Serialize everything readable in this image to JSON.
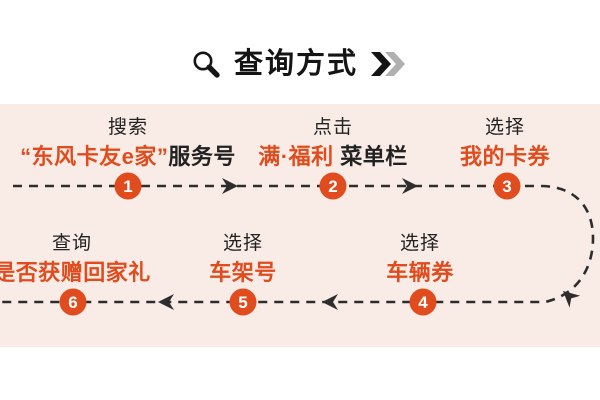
{
  "title": {
    "text": "查询方式",
    "search_icon": "search-icon",
    "chevron_icon": "double-chevron-right"
  },
  "colors": {
    "accent_orange": "#e04c1e",
    "panel_background": "#f9ece6",
    "line_dark": "#2d2d2d",
    "text_black": "#222222",
    "chevron_gray": "#b0b0b0"
  },
  "steps": [
    {
      "number": "1",
      "action": "搜索",
      "highlight": "“东风卡友e家”",
      "rest": "服务号"
    },
    {
      "number": "2",
      "action": "点击",
      "highlight": "满·福利",
      "rest": " 菜单栏"
    },
    {
      "number": "3",
      "action": "选择",
      "highlight": "我的卡券",
      "rest": ""
    },
    {
      "number": "4",
      "action": "选择",
      "highlight": "车辆券",
      "rest": ""
    },
    {
      "number": "5",
      "action": "选择",
      "highlight": "车架号",
      "rest": ""
    },
    {
      "number": "6",
      "action": "查询",
      "highlight": "是否获赠回家礼",
      "rest": ""
    }
  ]
}
